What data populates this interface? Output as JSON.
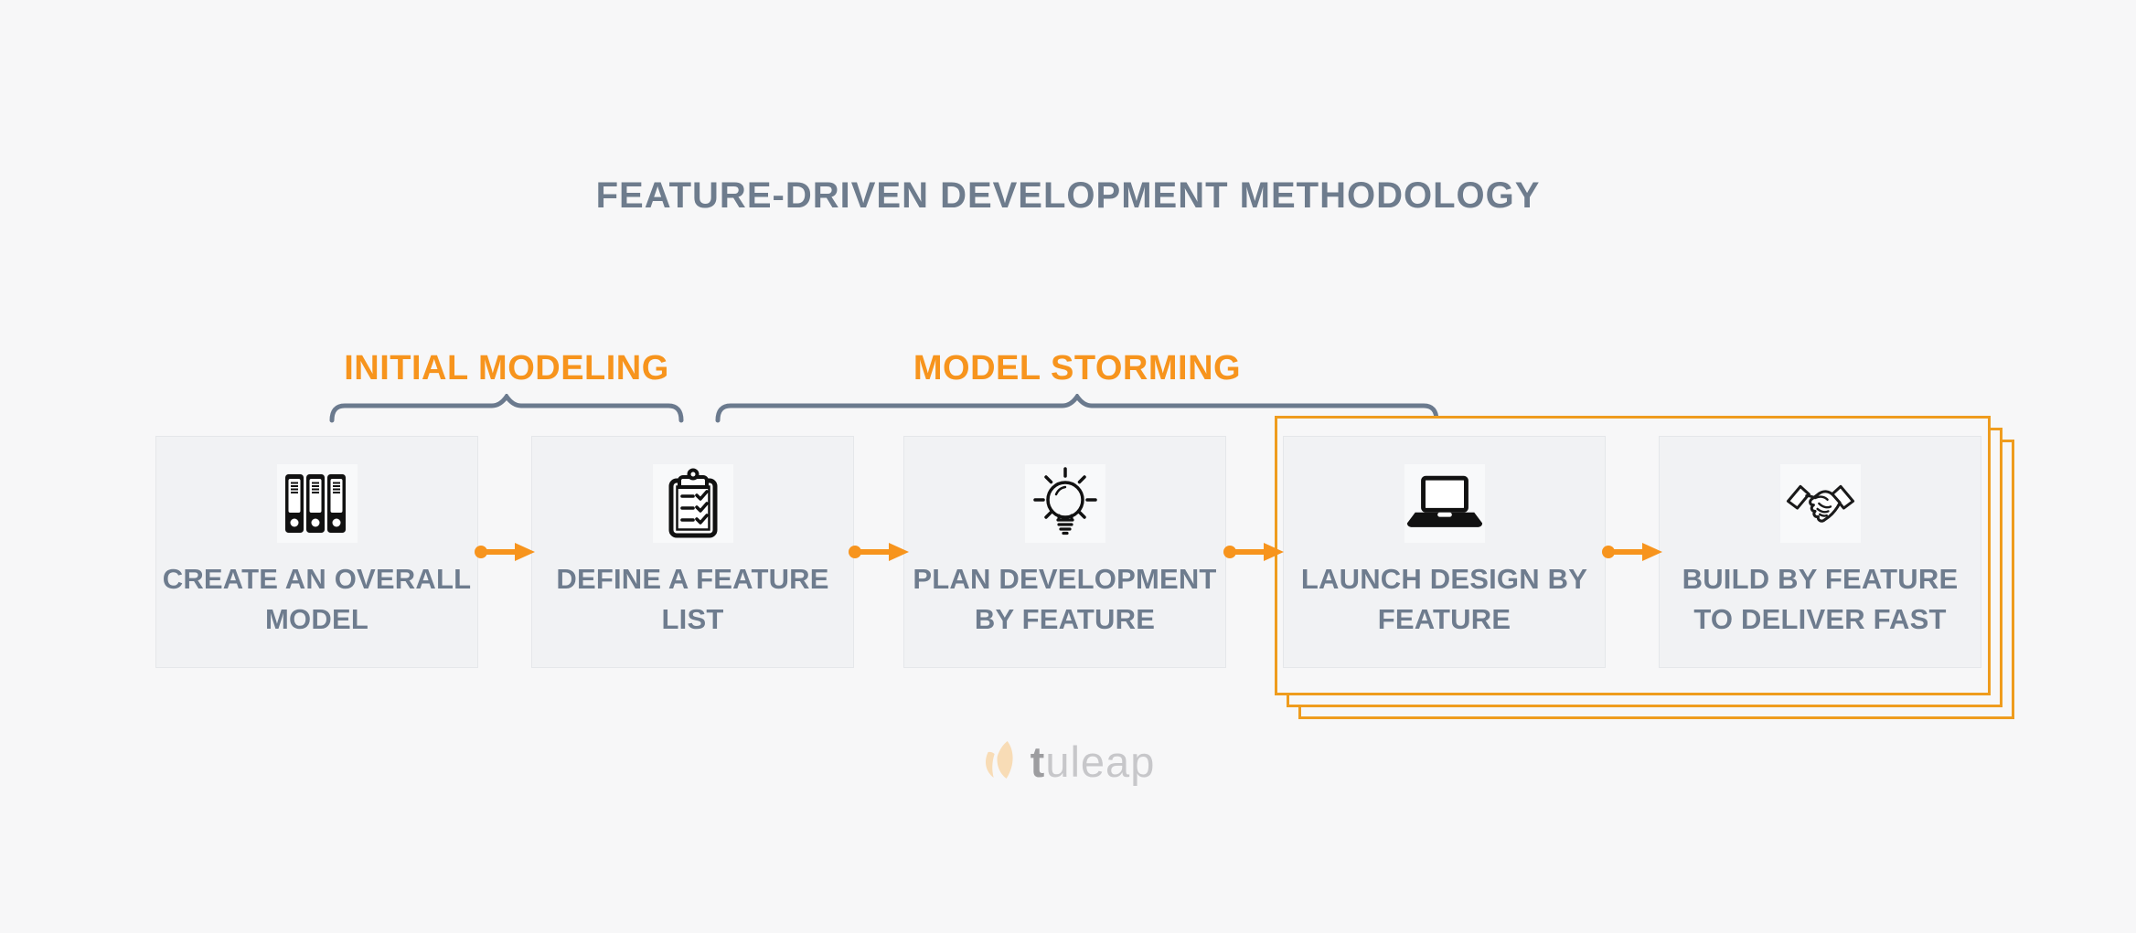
{
  "title": "FEATURE-DRIVEN DEVELOPMENT METHODOLOGY",
  "phases": [
    {
      "label": "INITIAL MODELING"
    },
    {
      "label": "MODEL STORMING"
    }
  ],
  "steps": [
    {
      "label": "CREATE AN OVERALL\nMODEL",
      "icon": "binders-icon"
    },
    {
      "label": "DEFINE A FEATURE\nLIST",
      "icon": "clipboard-checklist-icon"
    },
    {
      "label": "PLAN DEVELOPMENT\nBY FEATURE",
      "icon": "lightbulb-icon"
    },
    {
      "label": "LAUNCH DESIGN BY\nFEATURE",
      "icon": "laptop-icon"
    },
    {
      "label": "BUILD BY FEATURE\nTO DELIVER FAST",
      "icon": "handshake-icon"
    }
  ],
  "logo": {
    "brand_first_letter": "t",
    "brand_rest": "uleap"
  },
  "colors": {
    "accent_orange": "#f7941d",
    "container_border_orange": "#ef9c1e",
    "slate_text": "#6e7c8e",
    "brace": "#6b7a8e",
    "box_background": "#f1f2f4",
    "page_background": "#f7f7f8",
    "icon_black": "#111111"
  }
}
